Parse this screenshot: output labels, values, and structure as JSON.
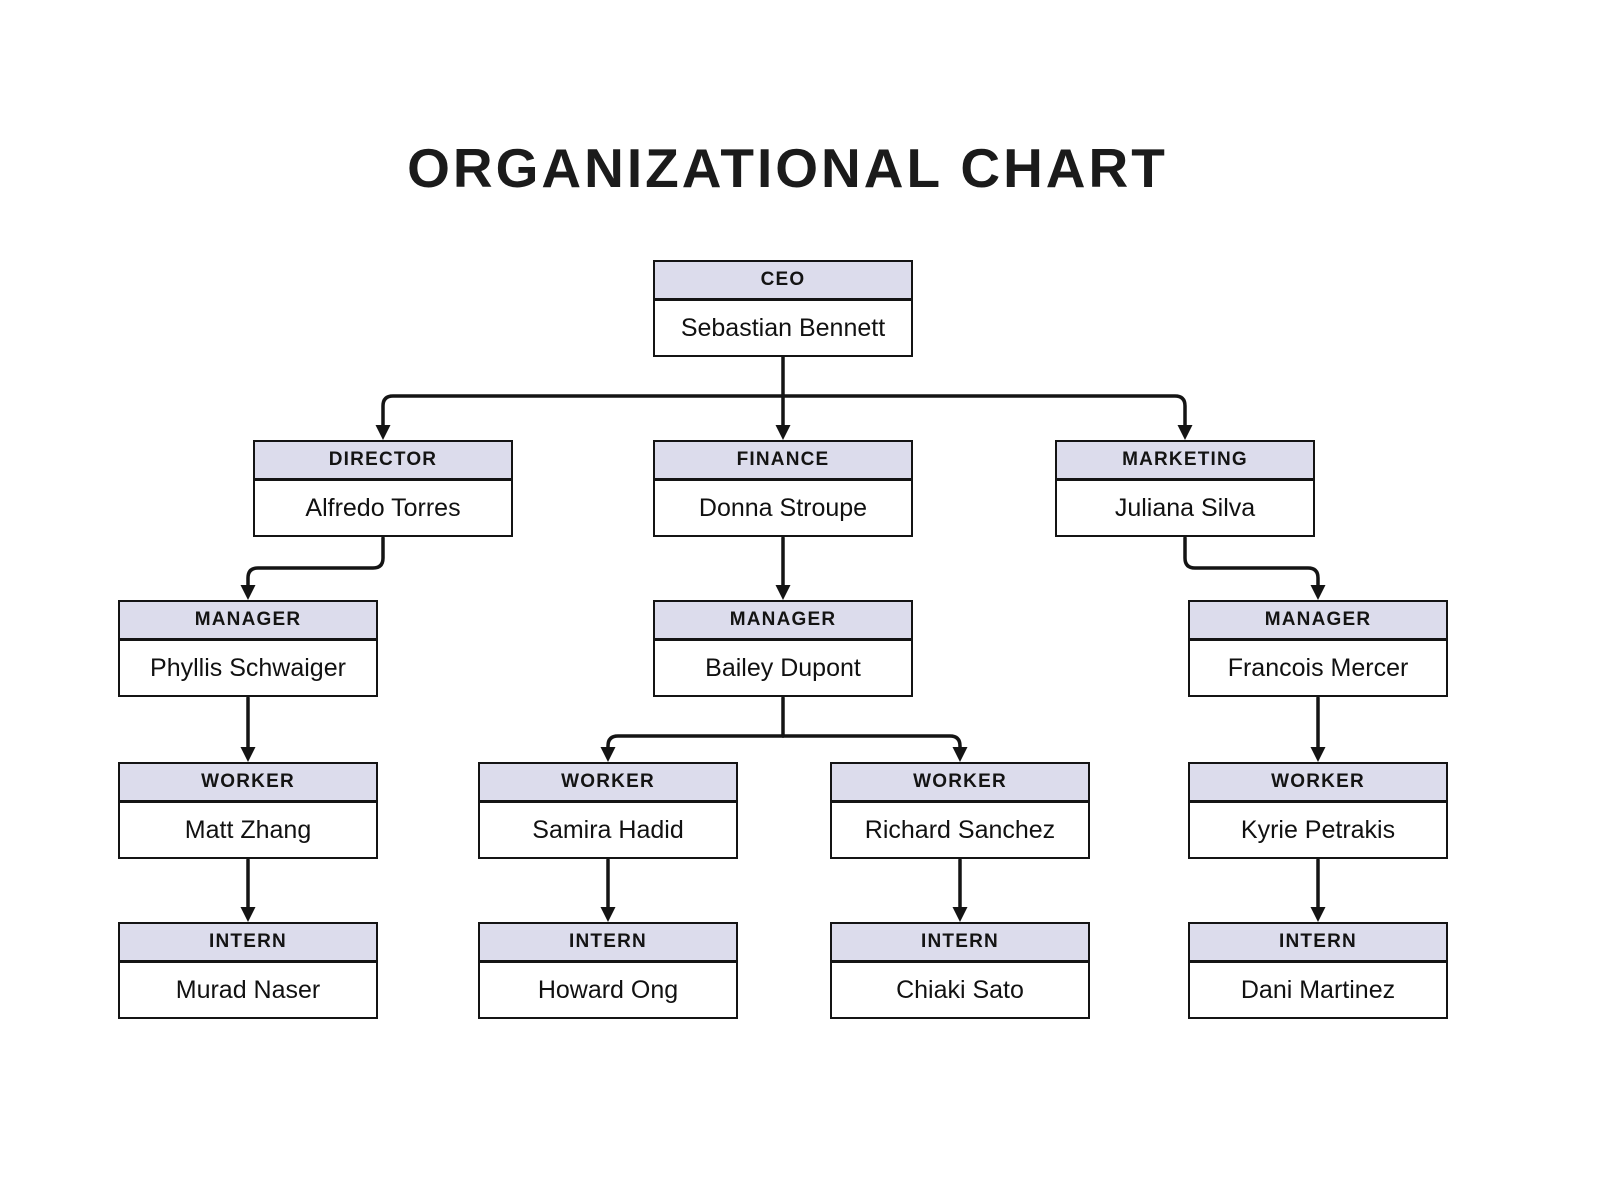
{
  "title": "ORGANIZATIONAL CHART",
  "colors": {
    "background": "#ffffff",
    "node_header_fill": "#dcdcec",
    "node_body_fill": "#ffffff",
    "border": "#141414",
    "connector": "#141414",
    "text": "#111111"
  },
  "nodes": [
    {
      "id": "ceo",
      "role": "CEO",
      "name": "Sebastian Bennett"
    },
    {
      "id": "director",
      "role": "DIRECTOR",
      "name": "Alfredo Torres"
    },
    {
      "id": "finance",
      "role": "FINANCE",
      "name": "Donna Stroupe"
    },
    {
      "id": "marketing",
      "role": "MARKETING",
      "name": "Juliana Silva"
    },
    {
      "id": "manager-director",
      "role": "MANAGER",
      "name": "Phyllis Schwaiger"
    },
    {
      "id": "manager-finance",
      "role": "MANAGER",
      "name": "Bailey Dupont"
    },
    {
      "id": "manager-marketing",
      "role": "MANAGER",
      "name": "Francois Mercer"
    },
    {
      "id": "worker-director",
      "role": "WORKER",
      "name": "Matt Zhang"
    },
    {
      "id": "worker-finance-1",
      "role": "WORKER",
      "name": "Samira Hadid"
    },
    {
      "id": "worker-finance-2",
      "role": "WORKER",
      "name": "Richard Sanchez"
    },
    {
      "id": "worker-marketing",
      "role": "WORKER",
      "name": "Kyrie Petrakis"
    },
    {
      "id": "intern-director",
      "role": "INTERN",
      "name": "Murad Naser"
    },
    {
      "id": "intern-finance-1",
      "role": "INTERN",
      "name": "Howard Ong"
    },
    {
      "id": "intern-finance-2",
      "role": "INTERN",
      "name": "Chiaki Sato"
    },
    {
      "id": "intern-marketing",
      "role": "INTERN",
      "name": "Dani Martinez"
    }
  ],
  "edges": [
    {
      "from": "ceo",
      "to": "director"
    },
    {
      "from": "ceo",
      "to": "finance"
    },
    {
      "from": "ceo",
      "to": "marketing"
    },
    {
      "from": "director",
      "to": "manager-director"
    },
    {
      "from": "finance",
      "to": "manager-finance"
    },
    {
      "from": "marketing",
      "to": "manager-marketing"
    },
    {
      "from": "manager-director",
      "to": "worker-director"
    },
    {
      "from": "manager-finance",
      "to": "worker-finance-1"
    },
    {
      "from": "manager-finance",
      "to": "worker-finance-2"
    },
    {
      "from": "manager-marketing",
      "to": "worker-marketing"
    },
    {
      "from": "worker-director",
      "to": "intern-director"
    },
    {
      "from": "worker-finance-1",
      "to": "intern-finance-1"
    },
    {
      "from": "worker-finance-2",
      "to": "intern-finance-2"
    },
    {
      "from": "worker-marketing",
      "to": "intern-marketing"
    }
  ]
}
